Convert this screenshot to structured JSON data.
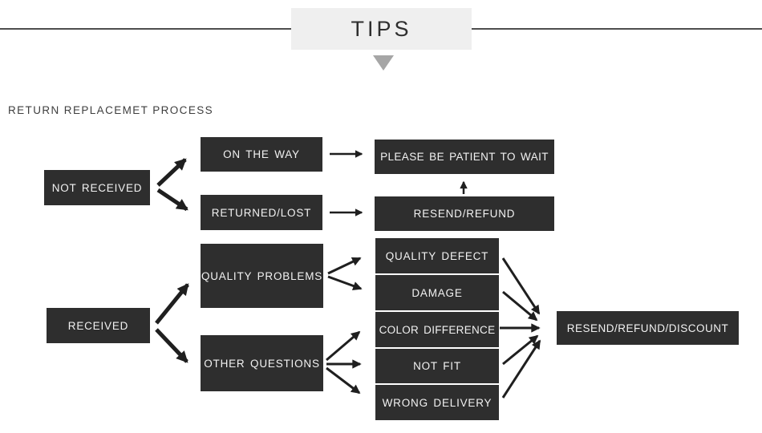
{
  "header": {
    "title": "TIPS",
    "pointer_icon": "triangle-down"
  },
  "section": {
    "title": "RETURN REPLACEMET PROCESS"
  },
  "colors": {
    "node_bg": "#2e2e2e",
    "node_text": "#f2f2f2",
    "header_bg": "#efefef",
    "header_text": "#2e2e2e",
    "arrow": "#1f1f1f",
    "pointer": "#a6a6a6",
    "divider": "#4e4e4e"
  },
  "flowchart": {
    "nodes": {
      "not_received": {
        "label": "NOT RECEIVED"
      },
      "on_the_way": {
        "label": "ON THE WAY"
      },
      "returned_lost": {
        "label": "RETURNED/LOST"
      },
      "please_wait": {
        "label": "PLEASE BE PATIENT TO WAIT"
      },
      "resend_refund": {
        "label": "RESEND/REFUND"
      },
      "received": {
        "label": "RECEIVED"
      },
      "quality_problems": {
        "label": "QUALITY PROBLEMS"
      },
      "other_questions": {
        "label": "OTHER QUESTIONS"
      },
      "quality_defect": {
        "label": "QUALITY DEFECT"
      },
      "damage": {
        "label": "DAMAGE"
      },
      "color_difference": {
        "label": "COLOR DIFFERENCE"
      },
      "not_fit": {
        "label": "NOT FIT"
      },
      "wrong_delivery": {
        "label": "WRONG DELIVERY"
      },
      "resend_refund_discount": {
        "label": "RESEND/REFUND/DISCOUNT"
      }
    },
    "edges": [
      {
        "from": "not_received",
        "to": "on_the_way",
        "style": "thick"
      },
      {
        "from": "not_received",
        "to": "returned_lost",
        "style": "thick"
      },
      {
        "from": "on_the_way",
        "to": "please_wait",
        "style": "light"
      },
      {
        "from": "returned_lost",
        "to": "resend_refund",
        "style": "light"
      },
      {
        "from": "resend_refund",
        "to": "please_wait",
        "style": "light"
      },
      {
        "from": "received",
        "to": "quality_problems",
        "style": "thick"
      },
      {
        "from": "received",
        "to": "other_questions",
        "style": "thick"
      },
      {
        "from": "quality_problems",
        "to": "quality_defect",
        "style": "medium"
      },
      {
        "from": "quality_problems",
        "to": "damage",
        "style": "medium"
      },
      {
        "from": "other_questions",
        "to": "color_difference",
        "style": "medium"
      },
      {
        "from": "other_questions",
        "to": "not_fit",
        "style": "medium"
      },
      {
        "from": "other_questions",
        "to": "wrong_delivery",
        "style": "medium"
      },
      {
        "from": "quality_defect",
        "to": "resend_refund_discount",
        "style": "medium"
      },
      {
        "from": "damage",
        "to": "resend_refund_discount",
        "style": "medium"
      },
      {
        "from": "color_difference",
        "to": "resend_refund_discount",
        "style": "medium"
      },
      {
        "from": "not_fit",
        "to": "resend_refund_discount",
        "style": "medium"
      },
      {
        "from": "wrong_delivery",
        "to": "resend_refund_discount",
        "style": "medium"
      }
    ]
  }
}
